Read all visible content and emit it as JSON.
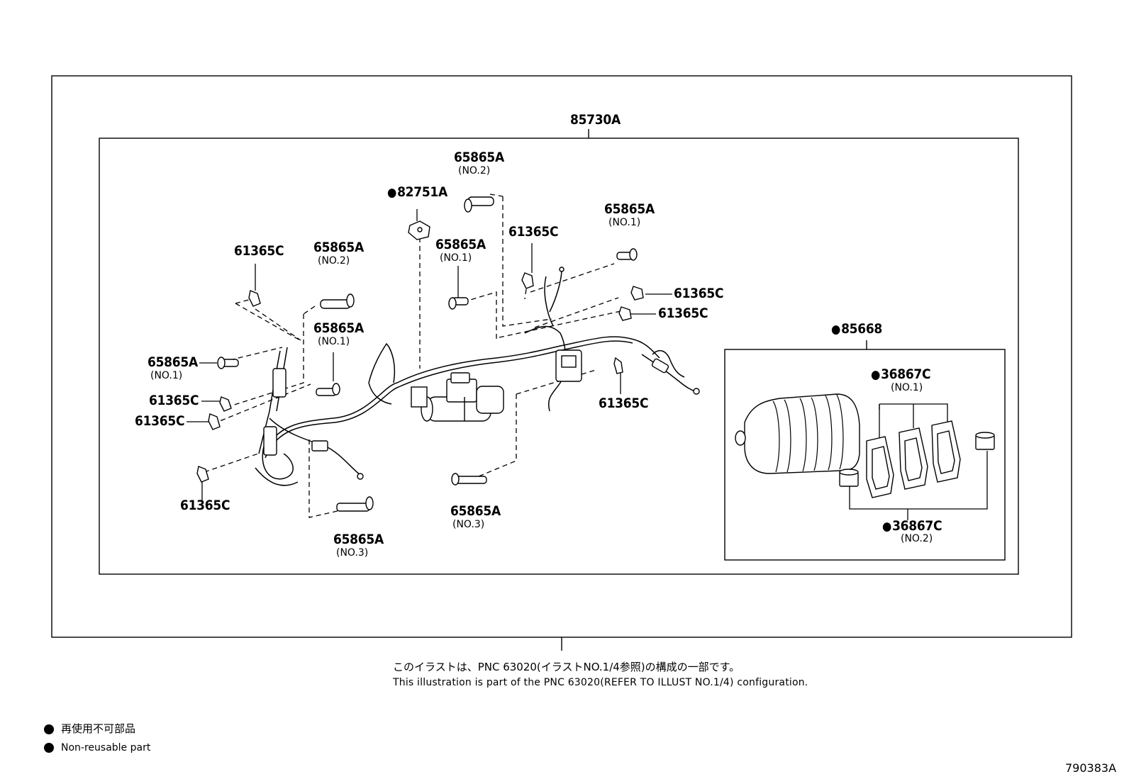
{
  "parts": {
    "harness_main": "85730A",
    "clamp_82751A": "82751A",
    "pin_top": "65865A",
    "pin_top_no": "(NO.2)",
    "pin_center": "65865A",
    "pin_center_no": "(NO.1)",
    "pin_right": "65865A",
    "pin_right_no": "(NO.1)",
    "pin_left_upper": "65865A",
    "pin_left_upper_no": "(NO.2)",
    "pin_left_mid": "65865A",
    "pin_left_mid_no": "(NO.1)",
    "pin_left_arrow": "65865A",
    "pin_left_arrow_no": "(NO.1)",
    "pin_bottom_center": "65865A",
    "pin_bottom_center_no": "(NO.3)",
    "pin_bottom_left": "65865A",
    "pin_bottom_left_no": "(NO.3)",
    "clip_top_left": "61365C",
    "clip_top_mid": "61365C",
    "clip_right_1": "61365C",
    "clip_right_2": "61365C",
    "clip_right_lower": "61365C",
    "clip_left_1": "61365C",
    "clip_left_2": "61365C",
    "clip_bottom_left": "61365C",
    "filter_assy": "85668",
    "cover_no1": "36867C",
    "cover_no1_no": "(NO.1)",
    "cover_no2": "36867C",
    "cover_no2_no": "(NO.2)"
  },
  "notes": {
    "jp": "このイラストは、PNC 63020(イラストNO.1/4参照)の構成の一部です。",
    "en": "This illustration is part of the PNC 63020(REFER TO ILLUST NO.1/4) configuration."
  },
  "legend": {
    "jp": "再使用不可部品",
    "en": "Non-reusable part"
  },
  "diagram_id": "790383A"
}
